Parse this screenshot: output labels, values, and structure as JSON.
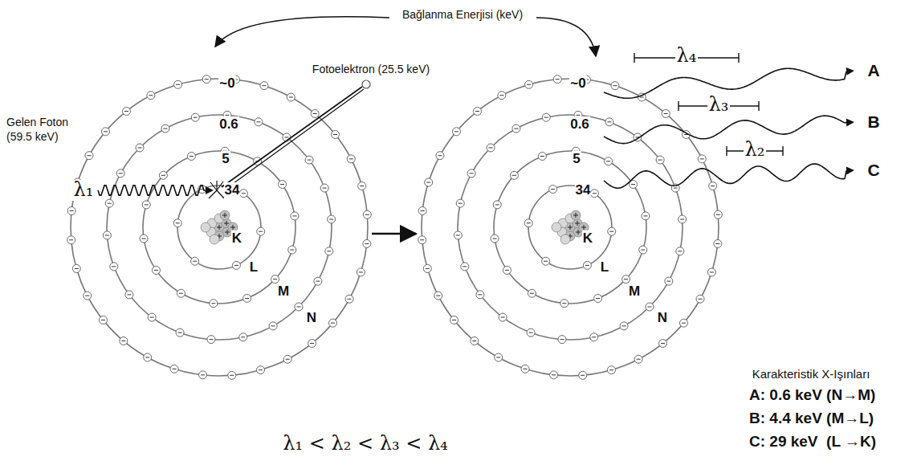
{
  "diagram": {
    "title": "Bağlanma Enerjisi (keV)",
    "labels": [
      "Fotoelektron (25.5 keV)",
      "Gelen Foton (59.5 keV)",
      "λ₁",
      "~0",
      "0.6",
      "5",
      "34",
      "K",
      "L",
      "M",
      "N",
      "~0",
      "0.6",
      "5",
      "34",
      "K",
      "L",
      "M",
      "N",
      "λ₄",
      "λ₃",
      "λ₂",
      "A",
      "B",
      "C",
      "Karakteristik X-Işınları",
      "A: 0.6 keV (N→M)",
      "B: 4.4 keV (M→L)",
      "C: 29 keV  (L →K)",
      "λ₁ < λ₂ < λ₃ < λ₄"
    ]
  }
}
